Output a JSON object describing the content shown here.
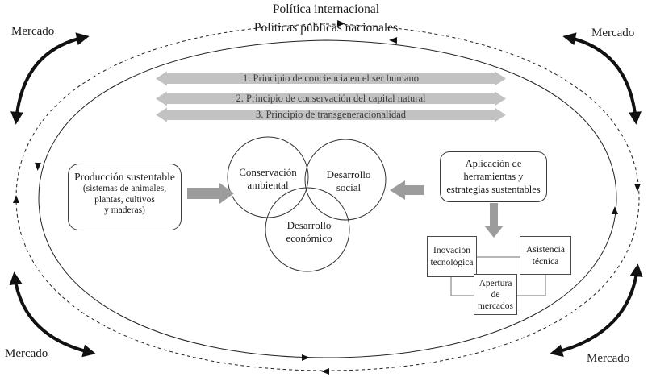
{
  "header": {
    "international": "Política internacional",
    "national": "Políticas públicas nacionales"
  },
  "principles": [
    "1. Principio de conciencia en el ser humano",
    "2. Principio de conservación del capital natural",
    "3. Principio de transgeneracionalidad"
  ],
  "production_box": {
    "title": "Producción sustentable",
    "subtitle_lines": [
      "(sistemas de animales,",
      "plantas, cultivos",
      "y maderas)"
    ]
  },
  "venn": {
    "environmental": "Conservación ambiental",
    "social": "Desarrollo social",
    "economic": "Desarrollo económico"
  },
  "application_box": {
    "lines": [
      "Aplicación de",
      "herramientas y",
      "estrategias sustentables"
    ]
  },
  "tool_boxes": {
    "innovation": "Inovación tecnológica",
    "assistance": "Asistencia técnica",
    "market_opening": "Apertura de mercados"
  },
  "market_labels": {
    "top_left": "Mercado",
    "top_right": "Mercado",
    "bottom_left": "Mercado",
    "bottom_right": "Mercado"
  },
  "colors": {
    "principle_bar": "#c2c2c2",
    "block_arrow": "#9c9c9c",
    "loop_line": "#222222",
    "thick_arrow": "#111111"
  }
}
